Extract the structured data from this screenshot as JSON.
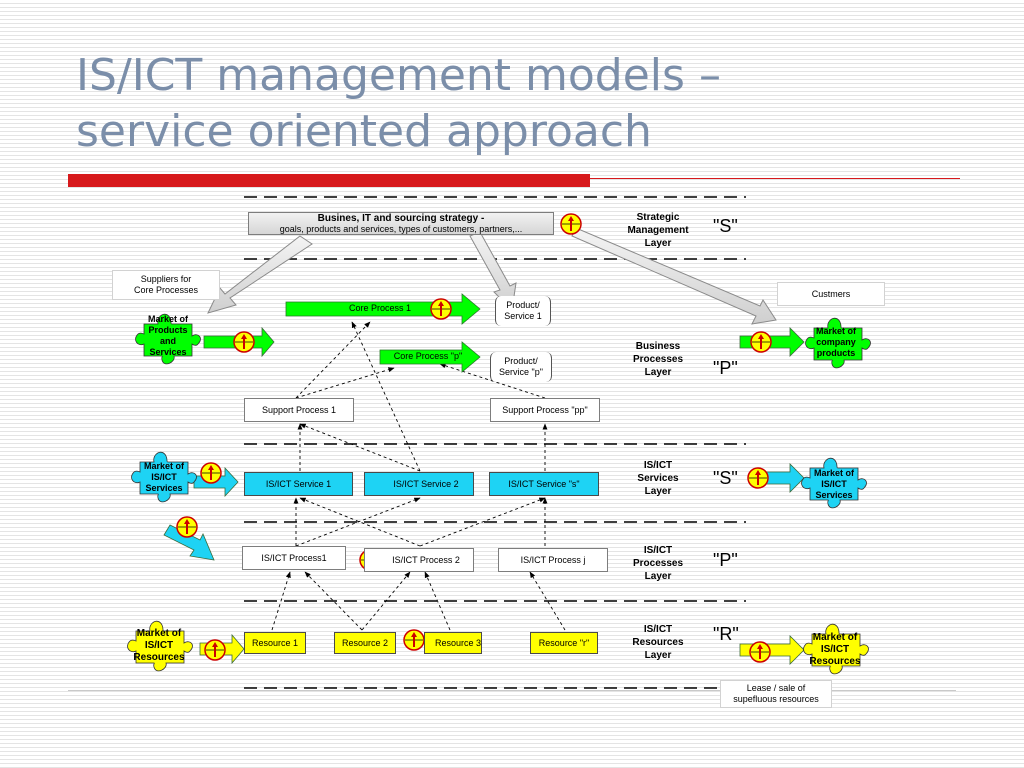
{
  "title": {
    "line1": "IS/ICT management models –",
    "line2": "service oriented approach"
  },
  "colors": {
    "title": "#7b8ea9",
    "accent_bar": "#d7191c",
    "green": "#00ff00",
    "cyan": "#1ed3f4",
    "yellow": "#ffff00",
    "gauge_fill": "#ffff00",
    "gauge_border": "#cc0000"
  },
  "strategy_box": {
    "line1": "Busines, IT and sourcing strategy -",
    "line2": "goals, products and services, types of customers, partners,..."
  },
  "layers": {
    "strategic": {
      "l1": "Strategic",
      "l2": "Management",
      "l3": "Layer",
      "code": "\"S\""
    },
    "business": {
      "l1": "Business",
      "l2": "Processes",
      "l3": "Layer",
      "code": "\"P\""
    },
    "ict_services": {
      "l1": "IS/ICT",
      "l2": "Services",
      "l3": "Layer",
      "code": "\"S\""
    },
    "ict_processes": {
      "l1": "IS/ICT",
      "l2": "Processes",
      "l3": "Layer",
      "code": "\"P\""
    },
    "ict_resources": {
      "l1": "IS/ICT",
      "l2": "Resources",
      "l3": "Layer",
      "code": "\"R\""
    }
  },
  "callouts": {
    "suppliers": {
      "l1": "Suppliers for",
      "l2": "Core Processes"
    },
    "customers": "Custmers",
    "lease": {
      "l1": "Lease / sale of",
      "l2": "supefluous resources"
    }
  },
  "products": {
    "p1": {
      "l1": "Product/",
      "l2": "Service 1"
    },
    "pp": {
      "l1": "Product/",
      "l2": "Service \"p\""
    }
  },
  "core_processes": {
    "c1": "Core Process 1",
    "cp": "Core Process \"p\""
  },
  "support_processes": {
    "s1": "Support Process 1",
    "spp": "Support Process \"pp\""
  },
  "ict_services": {
    "s1": "IS/ICT Service 1",
    "s2": "IS/ICT Service 2",
    "ss": "IS/ICT Service \"s\""
  },
  "ict_processes": {
    "p1": "IS/ICT Process1",
    "p2": "IS/ICT Process 2",
    "pj": "IS/ICT Process j"
  },
  "resources": {
    "r1": "Resource 1",
    "r2": "Resource 2",
    "r3": "Resource 3",
    "rr": "Resource \"r\""
  },
  "markets": {
    "products_services": {
      "l1": "Market of",
      "l2": "Products",
      "l3": "and",
      "l4": "Services"
    },
    "company_products": {
      "l1": "Market  of",
      "l2": "company",
      "l3": "products"
    },
    "ict_services_left": {
      "l1": "Market of",
      "l2": "IS/ICT",
      "l3": "Services"
    },
    "ict_services_right": {
      "l1": "Market of",
      "l2": "IS/ICT",
      "l3": "Services"
    },
    "ict_resources_left": {
      "l1": "Market of",
      "l2": "IS/ICT",
      "l3": "Resources"
    },
    "ict_resources_right": {
      "l1": "Market of",
      "l2": "IS/ICT",
      "l3": "Resources"
    }
  },
  "icons": {
    "gauge": "gauge-icon",
    "puzzle": "puzzle-piece-icon",
    "arrow": "block-arrow-icon"
  }
}
